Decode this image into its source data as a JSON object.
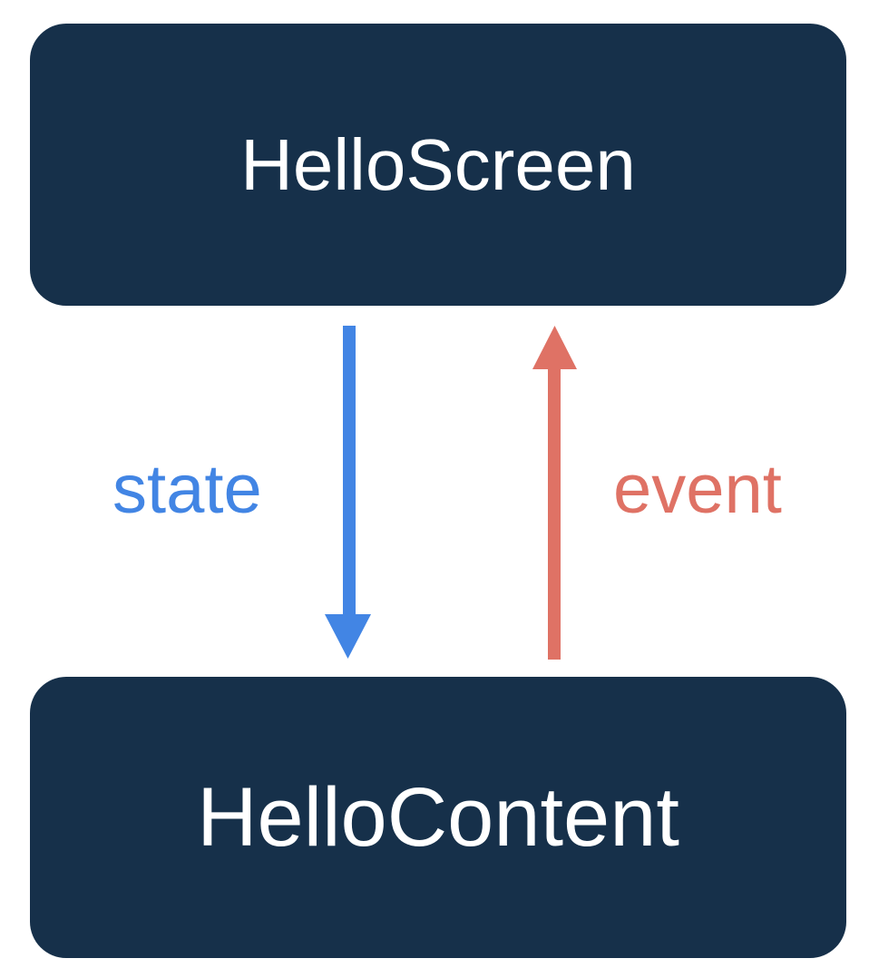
{
  "diagram": {
    "title": "HelloScreen / HelloContent state-event loop",
    "background_color": "#ffffff",
    "node_fill_color": "#16304a",
    "node_text_color": "#ffffff",
    "state_color": "#4285e4",
    "event_color": "#df7265"
  },
  "nodes": [
    {
      "id": "hello-screen",
      "label": "HelloScreen"
    },
    {
      "id": "hello-content",
      "label": "HelloContent"
    }
  ],
  "edges": [
    {
      "id": "state",
      "label": "state",
      "from": "hello-screen",
      "to": "hello-content",
      "direction": "down",
      "color": "#4285e4"
    },
    {
      "id": "event",
      "label": "event",
      "from": "hello-content",
      "to": "hello-screen",
      "direction": "up",
      "color": "#df7265"
    }
  ]
}
